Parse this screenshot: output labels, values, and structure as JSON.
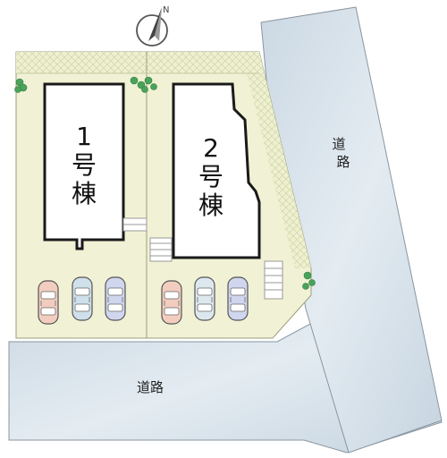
{
  "compass": {
    "north_label": "N",
    "icon": "north-arrow-icon"
  },
  "roads": {
    "south": {
      "label": "道路"
    },
    "east": {
      "label_line1": "道",
      "label_line2": "路"
    }
  },
  "lots": [
    {
      "id": "lot-1",
      "building": {
        "label_line1": "1",
        "label_line2": "号",
        "label_line3": "棟"
      },
      "parking_spaces": 3,
      "car_colors": [
        "#f2cdbf",
        "#cfe0ea",
        "#cfd6ee"
      ]
    },
    {
      "id": "lot-2",
      "building": {
        "label_line1": "2",
        "label_line2": "号",
        "label_line3": "棟"
      },
      "parking_spaces": 3,
      "car_colors": [
        "#f2cdbf",
        "#dde8ee",
        "#cfd6ee"
      ]
    }
  ],
  "colors": {
    "road": "#d2dee8",
    "lot_fill": "#f1f1d5",
    "hatch_band": "#e8ecc8",
    "building_fill": "#ffffff",
    "building_stroke": "#1a1a1a",
    "tree": "#4aa35a"
  }
}
